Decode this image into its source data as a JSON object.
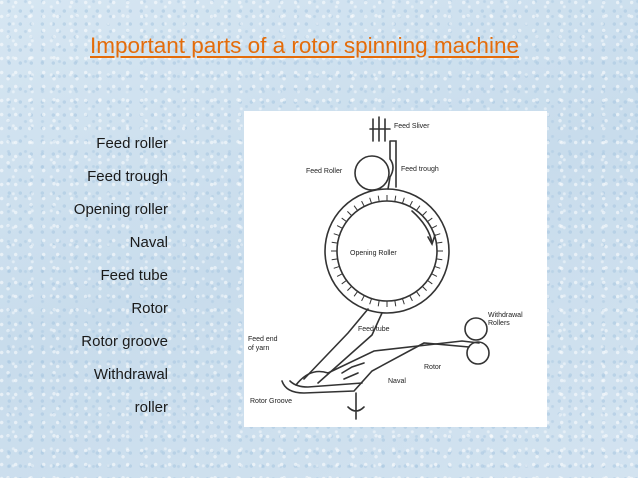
{
  "title": "Important parts of a rotor spinning machine",
  "parts_list": [
    "Feed roller",
    "Feed trough",
    "Opening roller",
    "Naval",
    "Feed tube",
    "Rotor",
    "Rotor groove",
    "Withdrawal",
    "roller"
  ],
  "diagram": {
    "labels": {
      "feed_sliver": "Feed Sliver",
      "feed_roller": "Feed Roller",
      "feed_trough": "Feed trough",
      "opening_roller": "Opening Roller",
      "withdrawal_rollers_1": "Withdrawal",
      "withdrawal_rollers_2": "Rollers",
      "feed_tube": "Feed tube",
      "feed_end_1": "Feed end",
      "feed_end_2": "of yarn",
      "rotor": "Rotor",
      "naval": "Naval",
      "rotor_groove": "Rotor Groove"
    }
  },
  "colors": {
    "title": "#e46c0a",
    "text": "#1a1a1a",
    "background": "#cfe0ee",
    "diagram_bg": "#ffffff"
  }
}
